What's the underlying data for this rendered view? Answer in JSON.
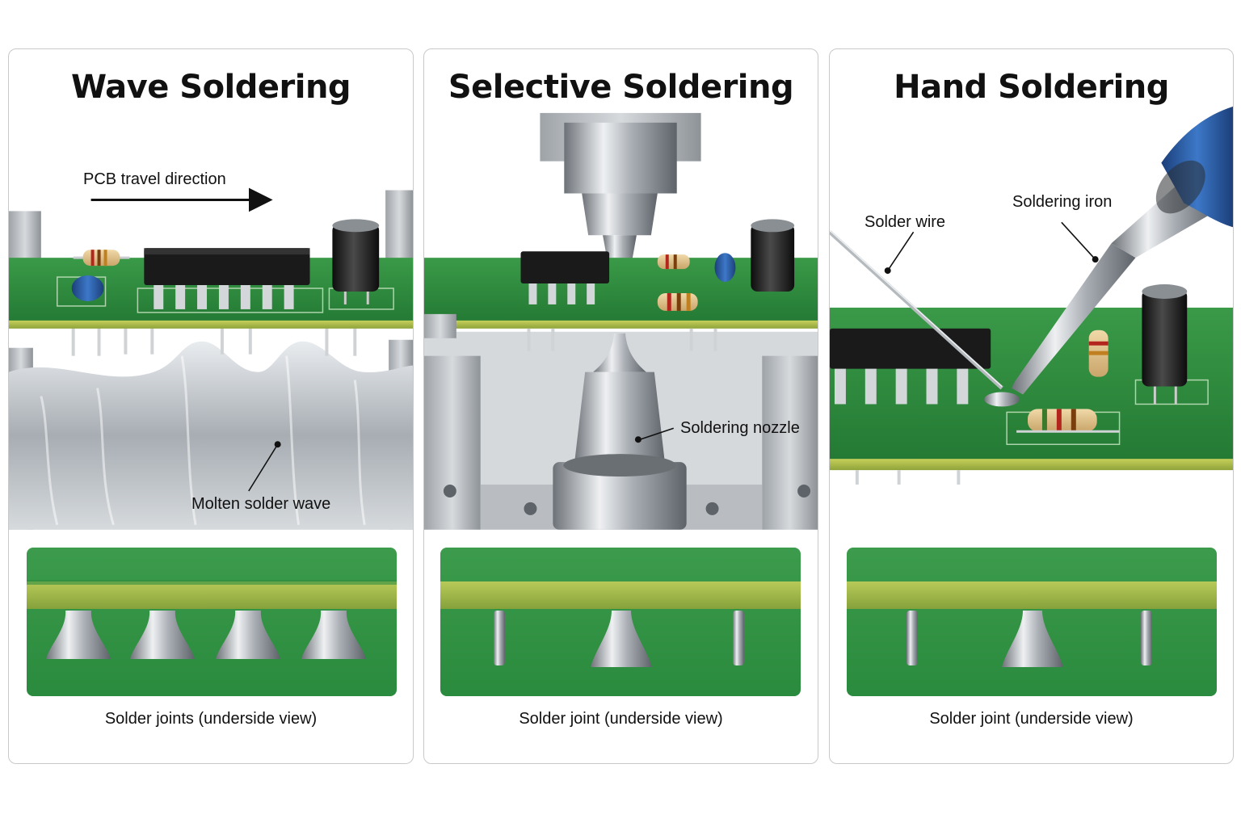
{
  "panels": [
    {
      "title": "Wave Soldering",
      "labels": {
        "direction": "PCB travel direction",
        "wave": "Molten solder wave"
      },
      "caption": "Solder joints (underside view)"
    },
    {
      "title": "Selective Soldering",
      "labels": {
        "nozzle": "Soldering nozzle"
      },
      "caption": "Solder joint (underside view)"
    },
    {
      "title": "Hand Soldering",
      "labels": {
        "wire": "Solder wire",
        "iron": "Soldering iron"
      },
      "caption": "Solder joint (underside view)"
    }
  ],
  "colors": {
    "pcb_green": "#2e8b3e",
    "pcb_edge": "#b5c94a",
    "solder_silver": "#c8ccd0",
    "iron_handle_blue": "#2f62b0",
    "border": "#c9c9c9"
  }
}
